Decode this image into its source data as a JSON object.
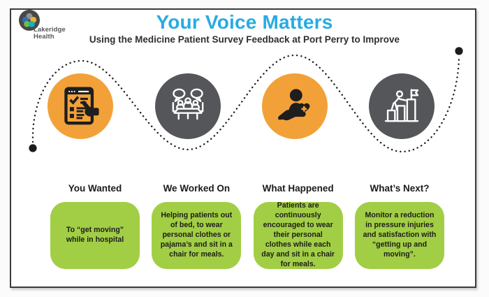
{
  "brand": {
    "name_line1": "Lakeridge",
    "name_line2": "Health"
  },
  "header": {
    "title": "Your Voice Matters",
    "subtitle": "Using the Medicine Patient Survey Feedback at Port Perry to Improve"
  },
  "journey": {
    "steps": [
      {
        "icon": "survey-checklist-icon",
        "circle_color": "#F2A139"
      },
      {
        "icon": "team-meeting-icon",
        "circle_color": "#54565A"
      },
      {
        "icon": "patient-care-icon",
        "circle_color": "#F2A139"
      },
      {
        "icon": "goal-achievement-icon",
        "circle_color": "#54565A"
      }
    ]
  },
  "columns": [
    {
      "heading": "You Wanted",
      "body": "To “get moving” while in hospital"
    },
    {
      "heading": "We Worked On",
      "body": "Helping patients out of bed, to wear personal clothes or pajama’s and sit in a chair for meals."
    },
    {
      "heading": "What Happened",
      "body": "Patients are continuously encouraged to wear their personal clothes while each day and sit in a chair for meals."
    },
    {
      "heading": "What’s Next?",
      "body": "Monitor a reduction in pressure injuries and satisfaction with “getting up and moving”."
    }
  ],
  "colors": {
    "title_blue": "#29ABE2",
    "accent_orange": "#F2A139",
    "accent_gray": "#54565A",
    "box_green": "#A2CE45",
    "ink": "#1E1E1E",
    "border": "#3B3B3D"
  }
}
